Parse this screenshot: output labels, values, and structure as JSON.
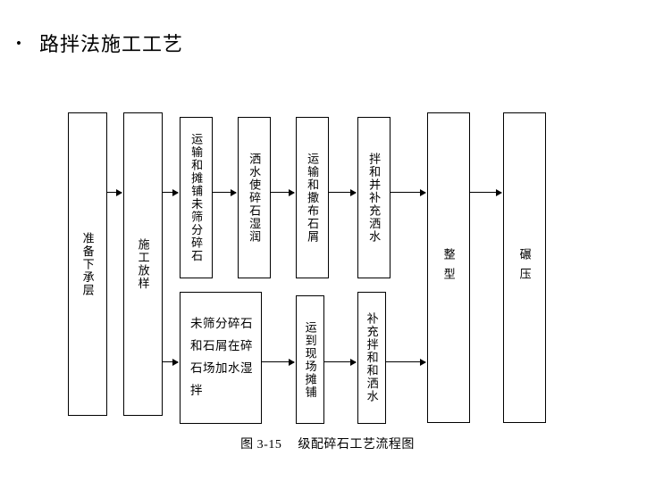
{
  "slide": {
    "title_bullet": "•",
    "title": "路拌法施工工艺",
    "background_color": "#ffffff",
    "line_color": "#000000"
  },
  "caption": {
    "figure_number": "图 3-15",
    "figure_title": "级配碎石工艺流程图"
  },
  "chart_data": {
    "type": "diagram",
    "title": "级配碎石工艺流程图",
    "orientation": "left-to-right",
    "nodes": [
      {
        "id": "n1",
        "label": "准备下承层",
        "row": "main",
        "text_direction": "vertical"
      },
      {
        "id": "n2",
        "label": "施工放样",
        "row": "main",
        "text_direction": "vertical"
      },
      {
        "id": "n3",
        "label": "运输和摊铺未筛分碎石",
        "row": "top",
        "text_direction": "vertical"
      },
      {
        "id": "n4",
        "label": "洒水使碎石湿润",
        "row": "top",
        "text_direction": "vertical"
      },
      {
        "id": "n5",
        "label": "运输和撒布石屑",
        "row": "top",
        "text_direction": "vertical"
      },
      {
        "id": "n6",
        "label": "拌和并补充洒水",
        "row": "top",
        "text_direction": "vertical"
      },
      {
        "id": "n7",
        "label": "整型",
        "row": "main",
        "text_direction": "vertical"
      },
      {
        "id": "n8",
        "label": "碾压",
        "row": "main",
        "text_direction": "vertical"
      },
      {
        "id": "n9",
        "label": "未筛分碎石和石屑在碎石场加水湿拌",
        "row": "bottom",
        "text_direction": "horizontal"
      },
      {
        "id": "n10",
        "label": "运到现场摊铺",
        "row": "bottom",
        "text_direction": "vertical"
      },
      {
        "id": "n11",
        "label": "补充拌和和洒水",
        "row": "bottom",
        "text_direction": "vertical"
      }
    ],
    "edges": [
      {
        "from": "n1",
        "to": "n2"
      },
      {
        "from": "n2",
        "to": "n3"
      },
      {
        "from": "n3",
        "to": "n4"
      },
      {
        "from": "n4",
        "to": "n5"
      },
      {
        "from": "n5",
        "to": "n6"
      },
      {
        "from": "n6",
        "to": "n7"
      },
      {
        "from": "n7",
        "to": "n8"
      },
      {
        "from": "n2",
        "to": "n9"
      },
      {
        "from": "n9",
        "to": "n10"
      },
      {
        "from": "n10",
        "to": "n11"
      },
      {
        "from": "n11",
        "to": "n7"
      }
    ]
  }
}
